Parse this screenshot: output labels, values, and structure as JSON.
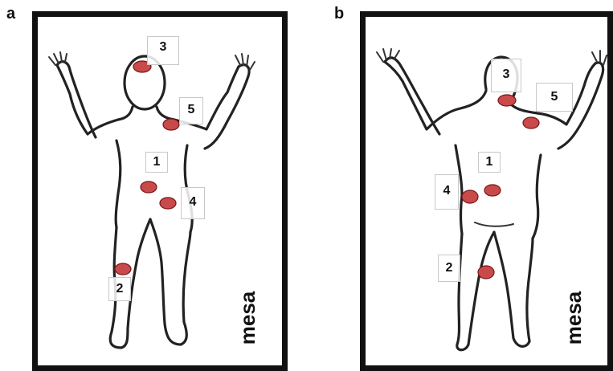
{
  "panels": [
    {
      "letter": "a",
      "caption": "mesa",
      "markers": [
        {
          "number": "1"
        },
        {
          "number": "2"
        },
        {
          "number": "3"
        },
        {
          "number": "4"
        },
        {
          "number": "5"
        }
      ]
    },
    {
      "letter": "b",
      "caption": "mesa",
      "markers": [
        {
          "number": "1"
        },
        {
          "number": "2"
        },
        {
          "number": "3"
        },
        {
          "number": "4"
        },
        {
          "number": "5"
        }
      ]
    }
  ],
  "colors": {
    "spot": "#c94a4a",
    "frame": "#111111",
    "outline": "#222222"
  }
}
